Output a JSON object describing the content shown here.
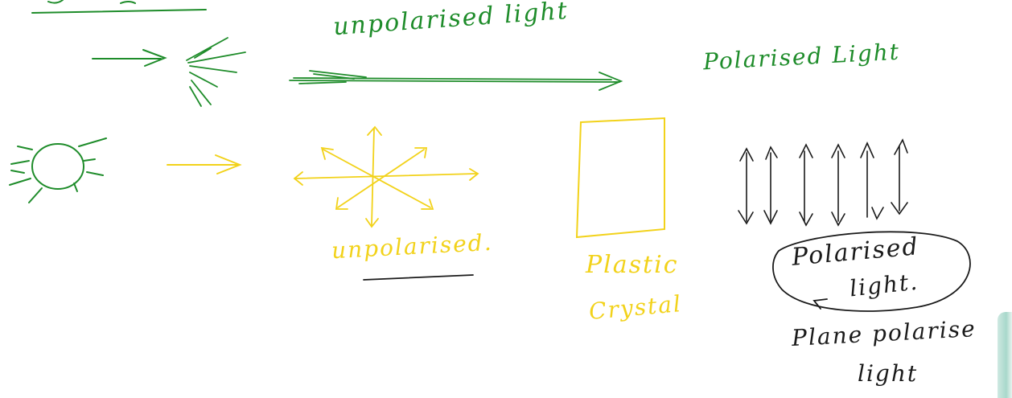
{
  "labels": {
    "unpolarised_light": "unpolarised light",
    "polarised_light_top": "Polarised Light",
    "unpolarised": "unpolarised.",
    "plastic": "Plastic",
    "crystal": "Crystal",
    "polarised": "Polarised",
    "light_circled": "light.",
    "plane_polarise": "Plane polarise",
    "light_bottom": "light"
  },
  "colors": {
    "green": "#1e8c2a",
    "yellow": "#f2d21a",
    "black": "#1a1a1a"
  }
}
